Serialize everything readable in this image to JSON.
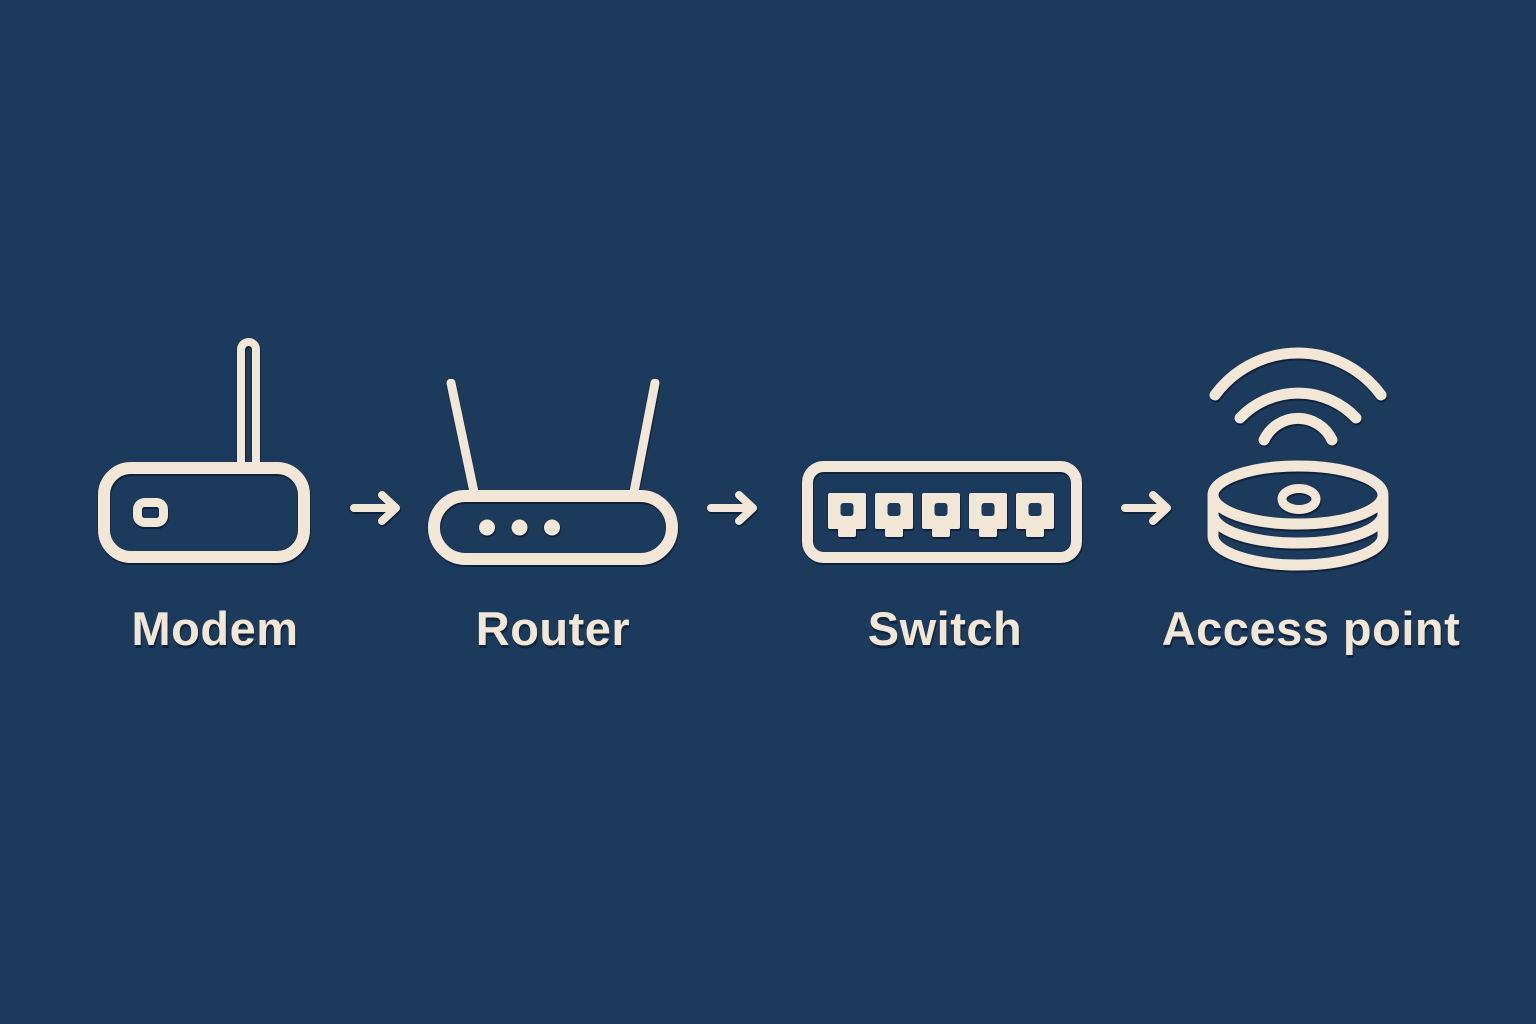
{
  "page": {
    "background_color": "#1c3a5b",
    "line_color": "#f2e6d7",
    "halo_color": "rgba(14,30,54,0.75)"
  },
  "diagram": {
    "type": "flow",
    "direction": "left-to-right",
    "nodes": [
      {
        "id": "modem",
        "label": "Modem",
        "icon": "modem-icon"
      },
      {
        "id": "router",
        "label": "Router",
        "icon": "router-icon"
      },
      {
        "id": "switch",
        "label": "Switch",
        "icon": "switch-icon"
      },
      {
        "id": "access_point",
        "label": "Access point",
        "icon": "access-point-icon"
      }
    ],
    "connectors": [
      {
        "from": "modem",
        "to": "router",
        "symbol": "→"
      },
      {
        "from": "router",
        "to": "switch",
        "symbol": "→"
      },
      {
        "from": "switch",
        "to": "access_point",
        "symbol": "→"
      }
    ]
  }
}
